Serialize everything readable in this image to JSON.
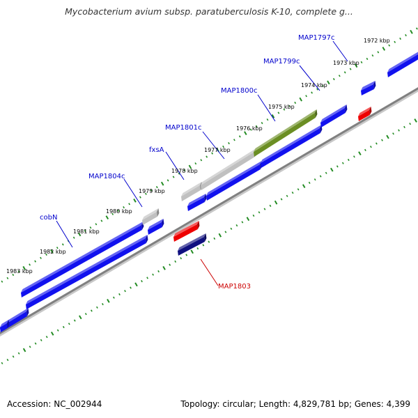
{
  "title": "Mycobacterium avium subsp. paratuberculosis K-10, complete g...",
  "footer": {
    "accession": "Accession: NC_002944",
    "summary": "Topology: circular; Length: 4,829,781 bp; Genes: 4,399"
  },
  "kbp_ticks": [
    "1972 kbp",
    "1973 kbp",
    "1974 kbp",
    "1975 kbp",
    "1976 kbp",
    "1977 kbp",
    "1978 kbp",
    "1979 kbp",
    "1980 kbp",
    "1981 kbp",
    "1982 kbp",
    "1983 kbp"
  ],
  "gene_labels": [
    {
      "text": "MAP1797c",
      "color": "#0000cc"
    },
    {
      "text": "MAP1799c",
      "color": "#0000cc"
    },
    {
      "text": "MAP1800c",
      "color": "#0000cc"
    },
    {
      "text": "MAP1801c",
      "color": "#0000cc"
    },
    {
      "text": "fxsA",
      "color": "#0000cc"
    },
    {
      "text": "MAP1804c",
      "color": "#0000cc"
    },
    {
      "text": "cobN",
      "color": "#0000cc"
    },
    {
      "text": "MAP1803",
      "color": "#cc0000"
    }
  ],
  "colors": {
    "cds_blue": "#1111ee",
    "cds_red": "#ee0000",
    "cds_navy": "#101080",
    "cds_olive": "#6b8e23",
    "cds_gray": "#c0c0c0",
    "backbone": "#808080",
    "ticks": "#228b22"
  }
}
